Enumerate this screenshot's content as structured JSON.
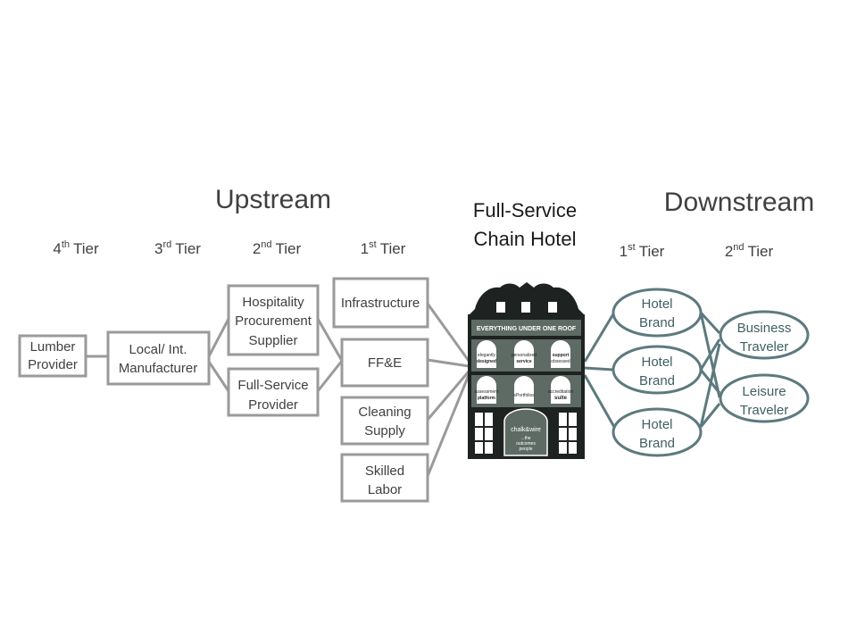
{
  "headers": {
    "upstream": "Upstream",
    "downstream": "Downstream",
    "center_title": [
      "Full-Service",
      "Chain Hotel"
    ]
  },
  "tiers": {
    "up_4": {
      "num": "4",
      "sup": "th",
      "word": "Tier"
    },
    "up_3": {
      "num": "3",
      "sup": "rd",
      "word": "Tier"
    },
    "up_2": {
      "num": "2",
      "sup": "nd",
      "word": "Tier"
    },
    "up_1": {
      "num": "1",
      "sup": "st",
      "word": "Tier"
    },
    "down_1": {
      "num": "1",
      "sup": "st",
      "word": "Tier"
    },
    "down_2": {
      "num": "2",
      "sup": "nd",
      "word": "Tier"
    }
  },
  "nodes": {
    "lumber": [
      "Lumber",
      "Provider"
    ],
    "manufacturer": [
      "Local/ Int.",
      "Manufacturer"
    ],
    "procurement": [
      "Hospitality",
      "Procurement",
      "Supplier"
    ],
    "fullservice": [
      "Full-Service",
      "Provider"
    ],
    "infrastructure": [
      "Infrastructure"
    ],
    "ffe": [
      "FF&E"
    ],
    "cleaning": [
      "Cleaning",
      "Supply"
    ],
    "labor": [
      "Skilled",
      "Labor"
    ],
    "brand1": [
      "Hotel",
      "Brand"
    ],
    "brand2": [
      "Hotel",
      "Brand"
    ],
    "brand3": [
      "Hotel",
      "Brand"
    ],
    "business": [
      "Business",
      "Traveler"
    ],
    "leisure": [
      "Leisure",
      "Traveler"
    ]
  },
  "hotel": {
    "banner": "EVERYTHING UNDER ONE ROOF",
    "windows_row1": [
      [
        "elegantly",
        "designed"
      ],
      [
        "personalized",
        "service"
      ],
      [
        "support",
        "obsessed"
      ]
    ],
    "windows_row2": [
      [
        "assessment",
        "platform"
      ],
      [
        "ePortfolios"
      ],
      [
        "accreditation",
        "suite"
      ]
    ],
    "door_logo": "chalk&wire",
    "door_tagline": [
      "...the",
      "outcomes",
      "people"
    ]
  },
  "colors": {
    "upstream_stroke": "#9a9a9a",
    "downstream_stroke": "#5d7a7e",
    "building": "#1e2220",
    "building_panel": "#5e6b65"
  }
}
